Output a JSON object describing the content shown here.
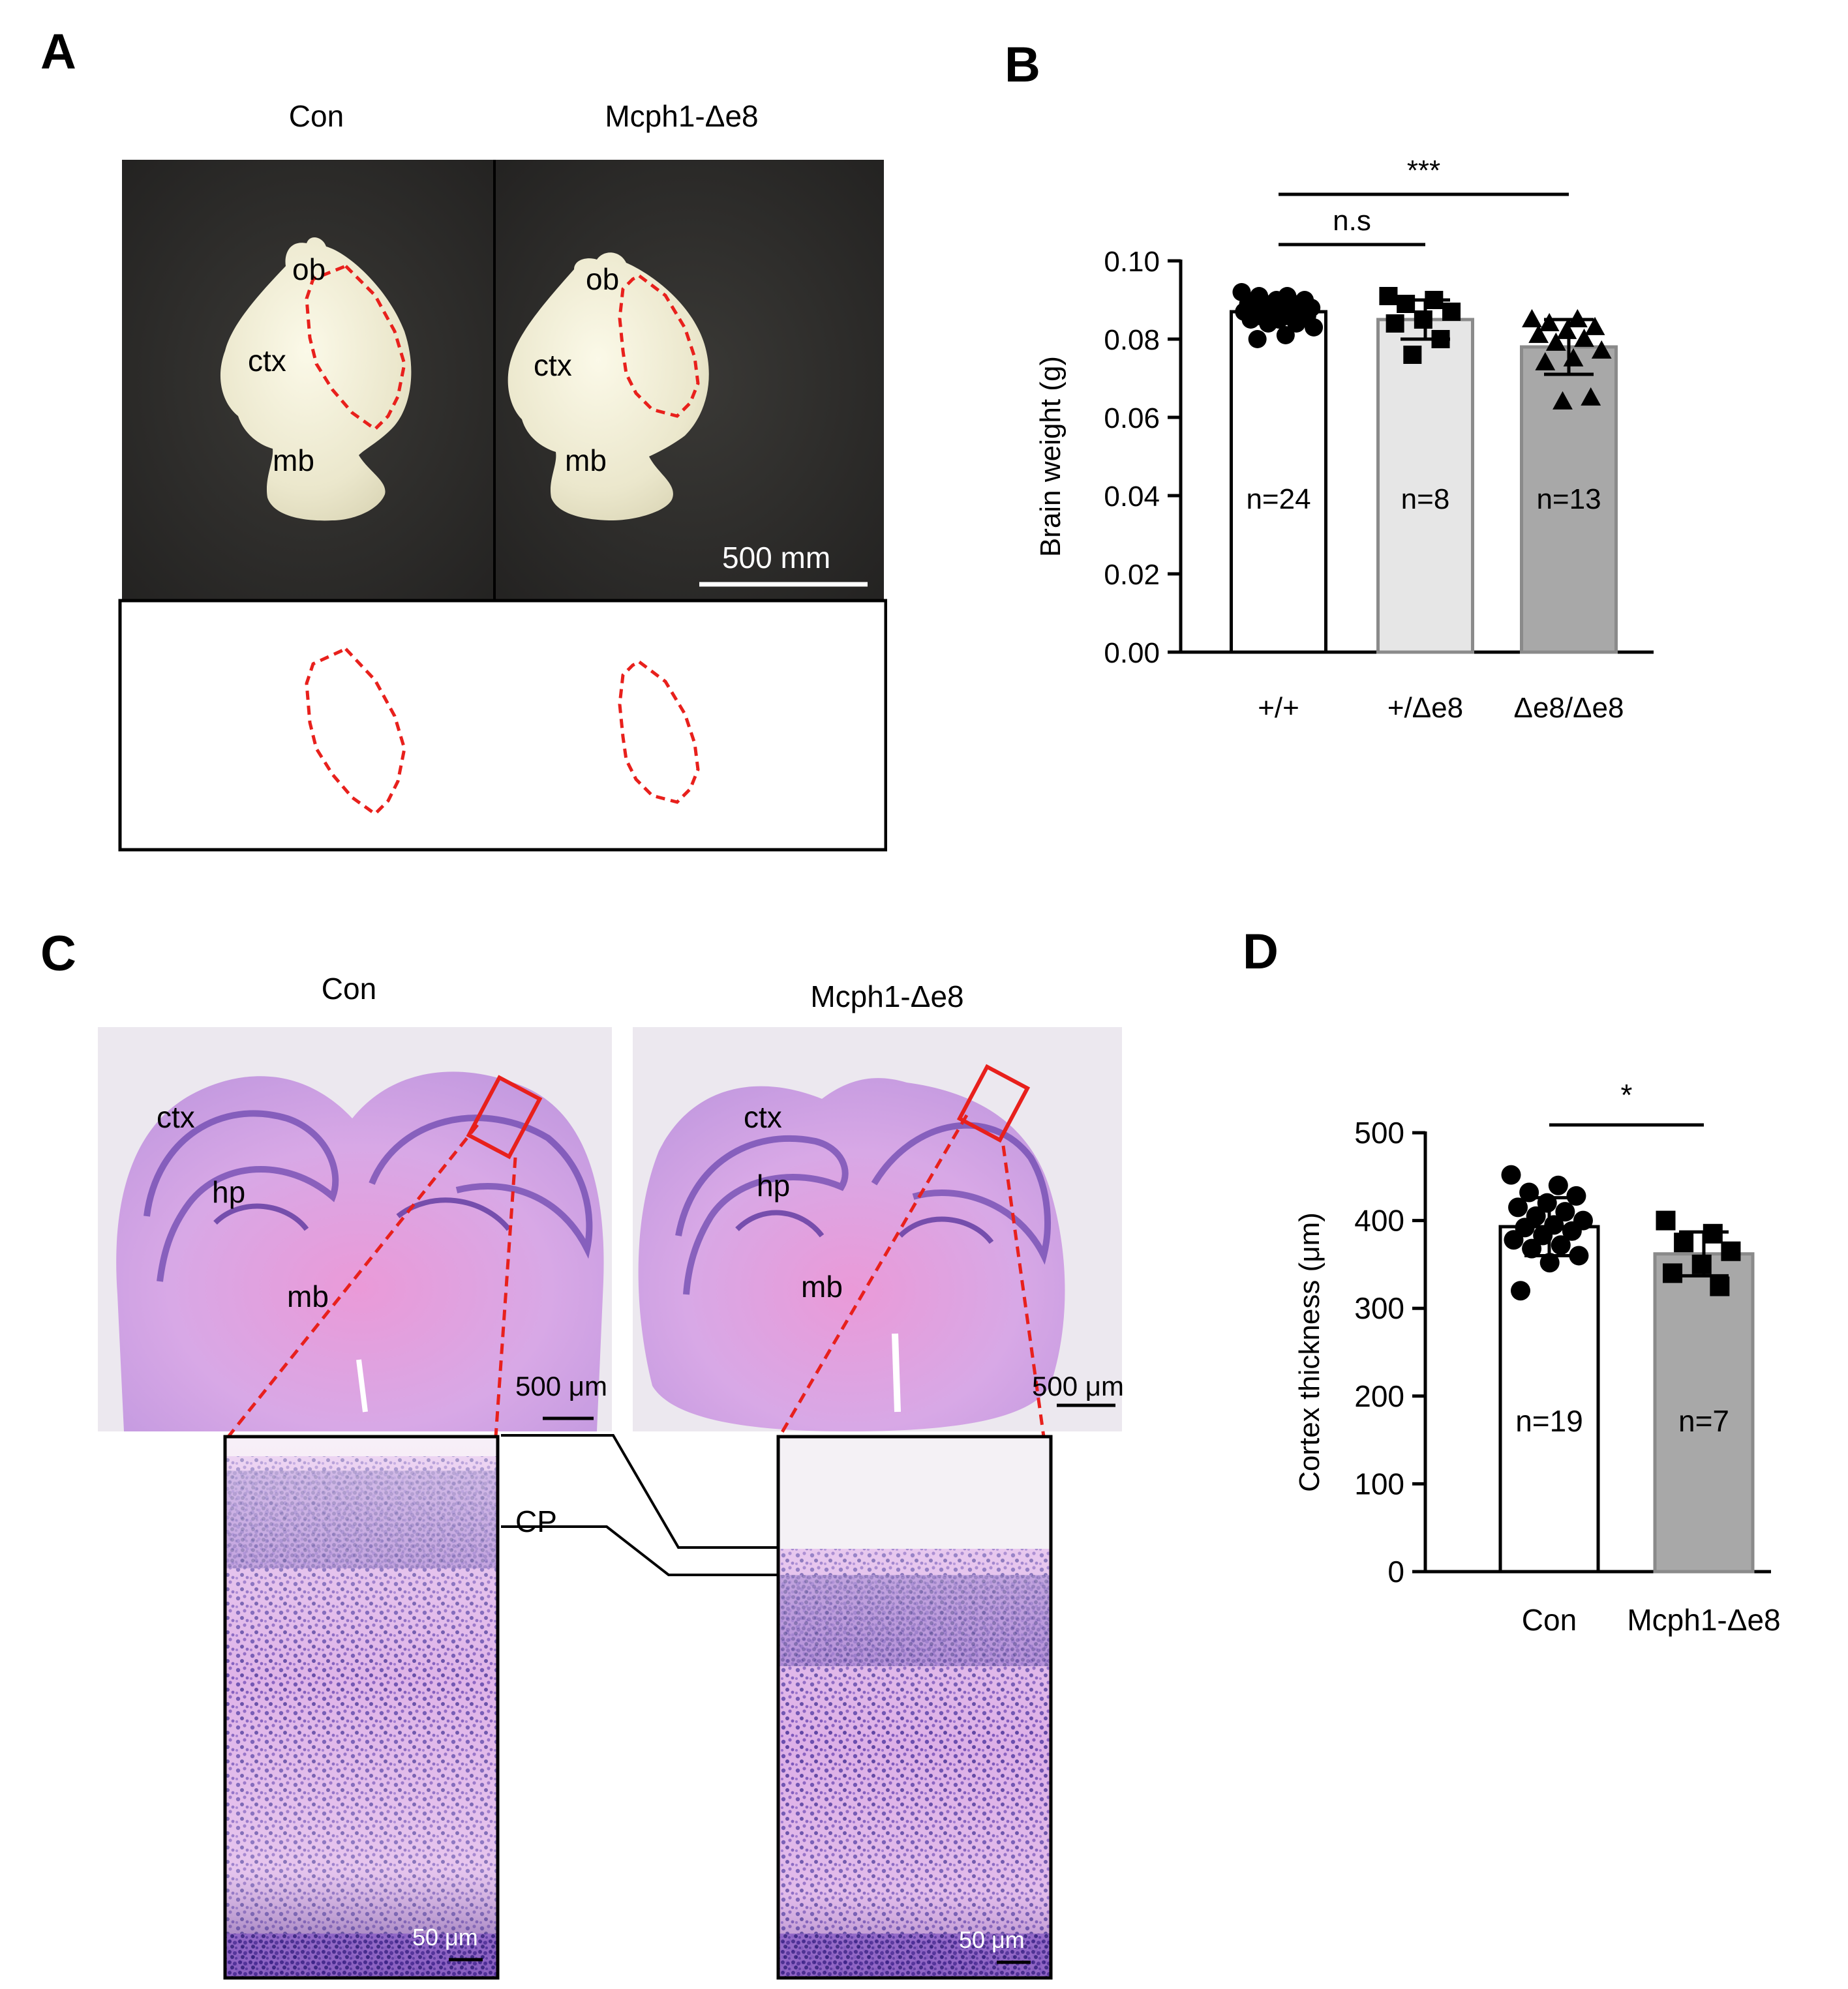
{
  "panel_a": {
    "letter": "A",
    "col_titles": [
      "Con",
      "Mcph1-Δe8"
    ],
    "region_labels": {
      "ob": "ob",
      "ctx": "ctx",
      "mb": "mb"
    },
    "scale_bar": "500 mm",
    "colors": {
      "photo_bg": "#2b2a28",
      "tissue": "#efecd6",
      "outline": "#e8201c"
    }
  },
  "panel_b": {
    "letter": "B",
    "sig_top": "***",
    "sig_mid": "n.s"
  },
  "panel_c": {
    "letter": "C",
    "col_titles": [
      "Con",
      "Mcph1-Δe8"
    ],
    "region_labels": {
      "ctx": "ctx",
      "hp": "hp",
      "mb": "mb"
    },
    "scale_bar_overview": "500 μm",
    "scale_bar_zoom": "50 μm",
    "layer_label": "CP",
    "colors": {
      "stain_light": "#e6b6e8",
      "stain_dark": "#5e3aa8",
      "box": "#e8201c"
    }
  },
  "panel_d": {
    "letter": "D",
    "sig_top": "*"
  },
  "chart_data": [
    {
      "type": "bar",
      "categories": [
        "+/+",
        "+/Δe8",
        "Δe8/Δe8"
      ],
      "values": [
        0.087,
        0.085,
        0.078
      ],
      "errors": [
        0.003,
        0.005,
        0.007
      ],
      "n_labels": [
        "n=24",
        "n=8",
        "n=13"
      ],
      "bar_colors": [
        "#ffffff",
        "#e6e6e6",
        "#a8a8a8"
      ],
      "markers": [
        "circle",
        "square",
        "triangle"
      ],
      "points": [
        [
          0.092,
          0.091,
          0.091,
          0.09,
          0.09,
          0.089,
          0.089,
          0.089,
          0.088,
          0.088,
          0.088,
          0.087,
          0.087,
          0.087,
          0.086,
          0.086,
          0.086,
          0.085,
          0.085,
          0.084,
          0.084,
          0.083,
          0.081,
          0.08
        ],
        [
          0.091,
          0.09,
          0.089,
          0.087,
          0.085,
          0.084,
          0.08,
          0.076
        ],
        [
          0.085,
          0.085,
          0.084,
          0.083,
          0.082,
          0.081,
          0.08,
          0.079,
          0.077,
          0.075,
          0.074,
          0.065,
          0.064
        ]
      ],
      "ylabel": "Brain weight (g)",
      "xlabel": "",
      "ylim": [
        0,
        0.1
      ],
      "yticks": [
        "0.00",
        "0.02",
        "0.04",
        "0.06",
        "0.08",
        "0.10"
      ],
      "grid": false,
      "legend": "none"
    },
    {
      "type": "bar",
      "categories": [
        "Con",
        "Mcph1-Δe8"
      ],
      "values": [
        393,
        362
      ],
      "errors": [
        33,
        25
      ],
      "n_labels": [
        "n=19",
        "n=7"
      ],
      "bar_colors": [
        "#ffffff",
        "#a8a8a8"
      ],
      "markers": [
        "circle",
        "square"
      ],
      "points": [
        [
          452,
          440,
          432,
          428,
          420,
          415,
          410,
          405,
          400,
          395,
          392,
          388,
          383,
          378,
          372,
          368,
          360,
          352,
          320
        ],
        [
          400,
          385,
          375,
          365,
          350,
          340,
          325
        ]
      ],
      "ylabel": "Cortex thickness (μm)",
      "xlabel": "",
      "ylim": [
        0,
        500
      ],
      "yticks": [
        "0",
        "100",
        "200",
        "300",
        "400",
        "500"
      ],
      "grid": false,
      "legend": "none"
    }
  ]
}
